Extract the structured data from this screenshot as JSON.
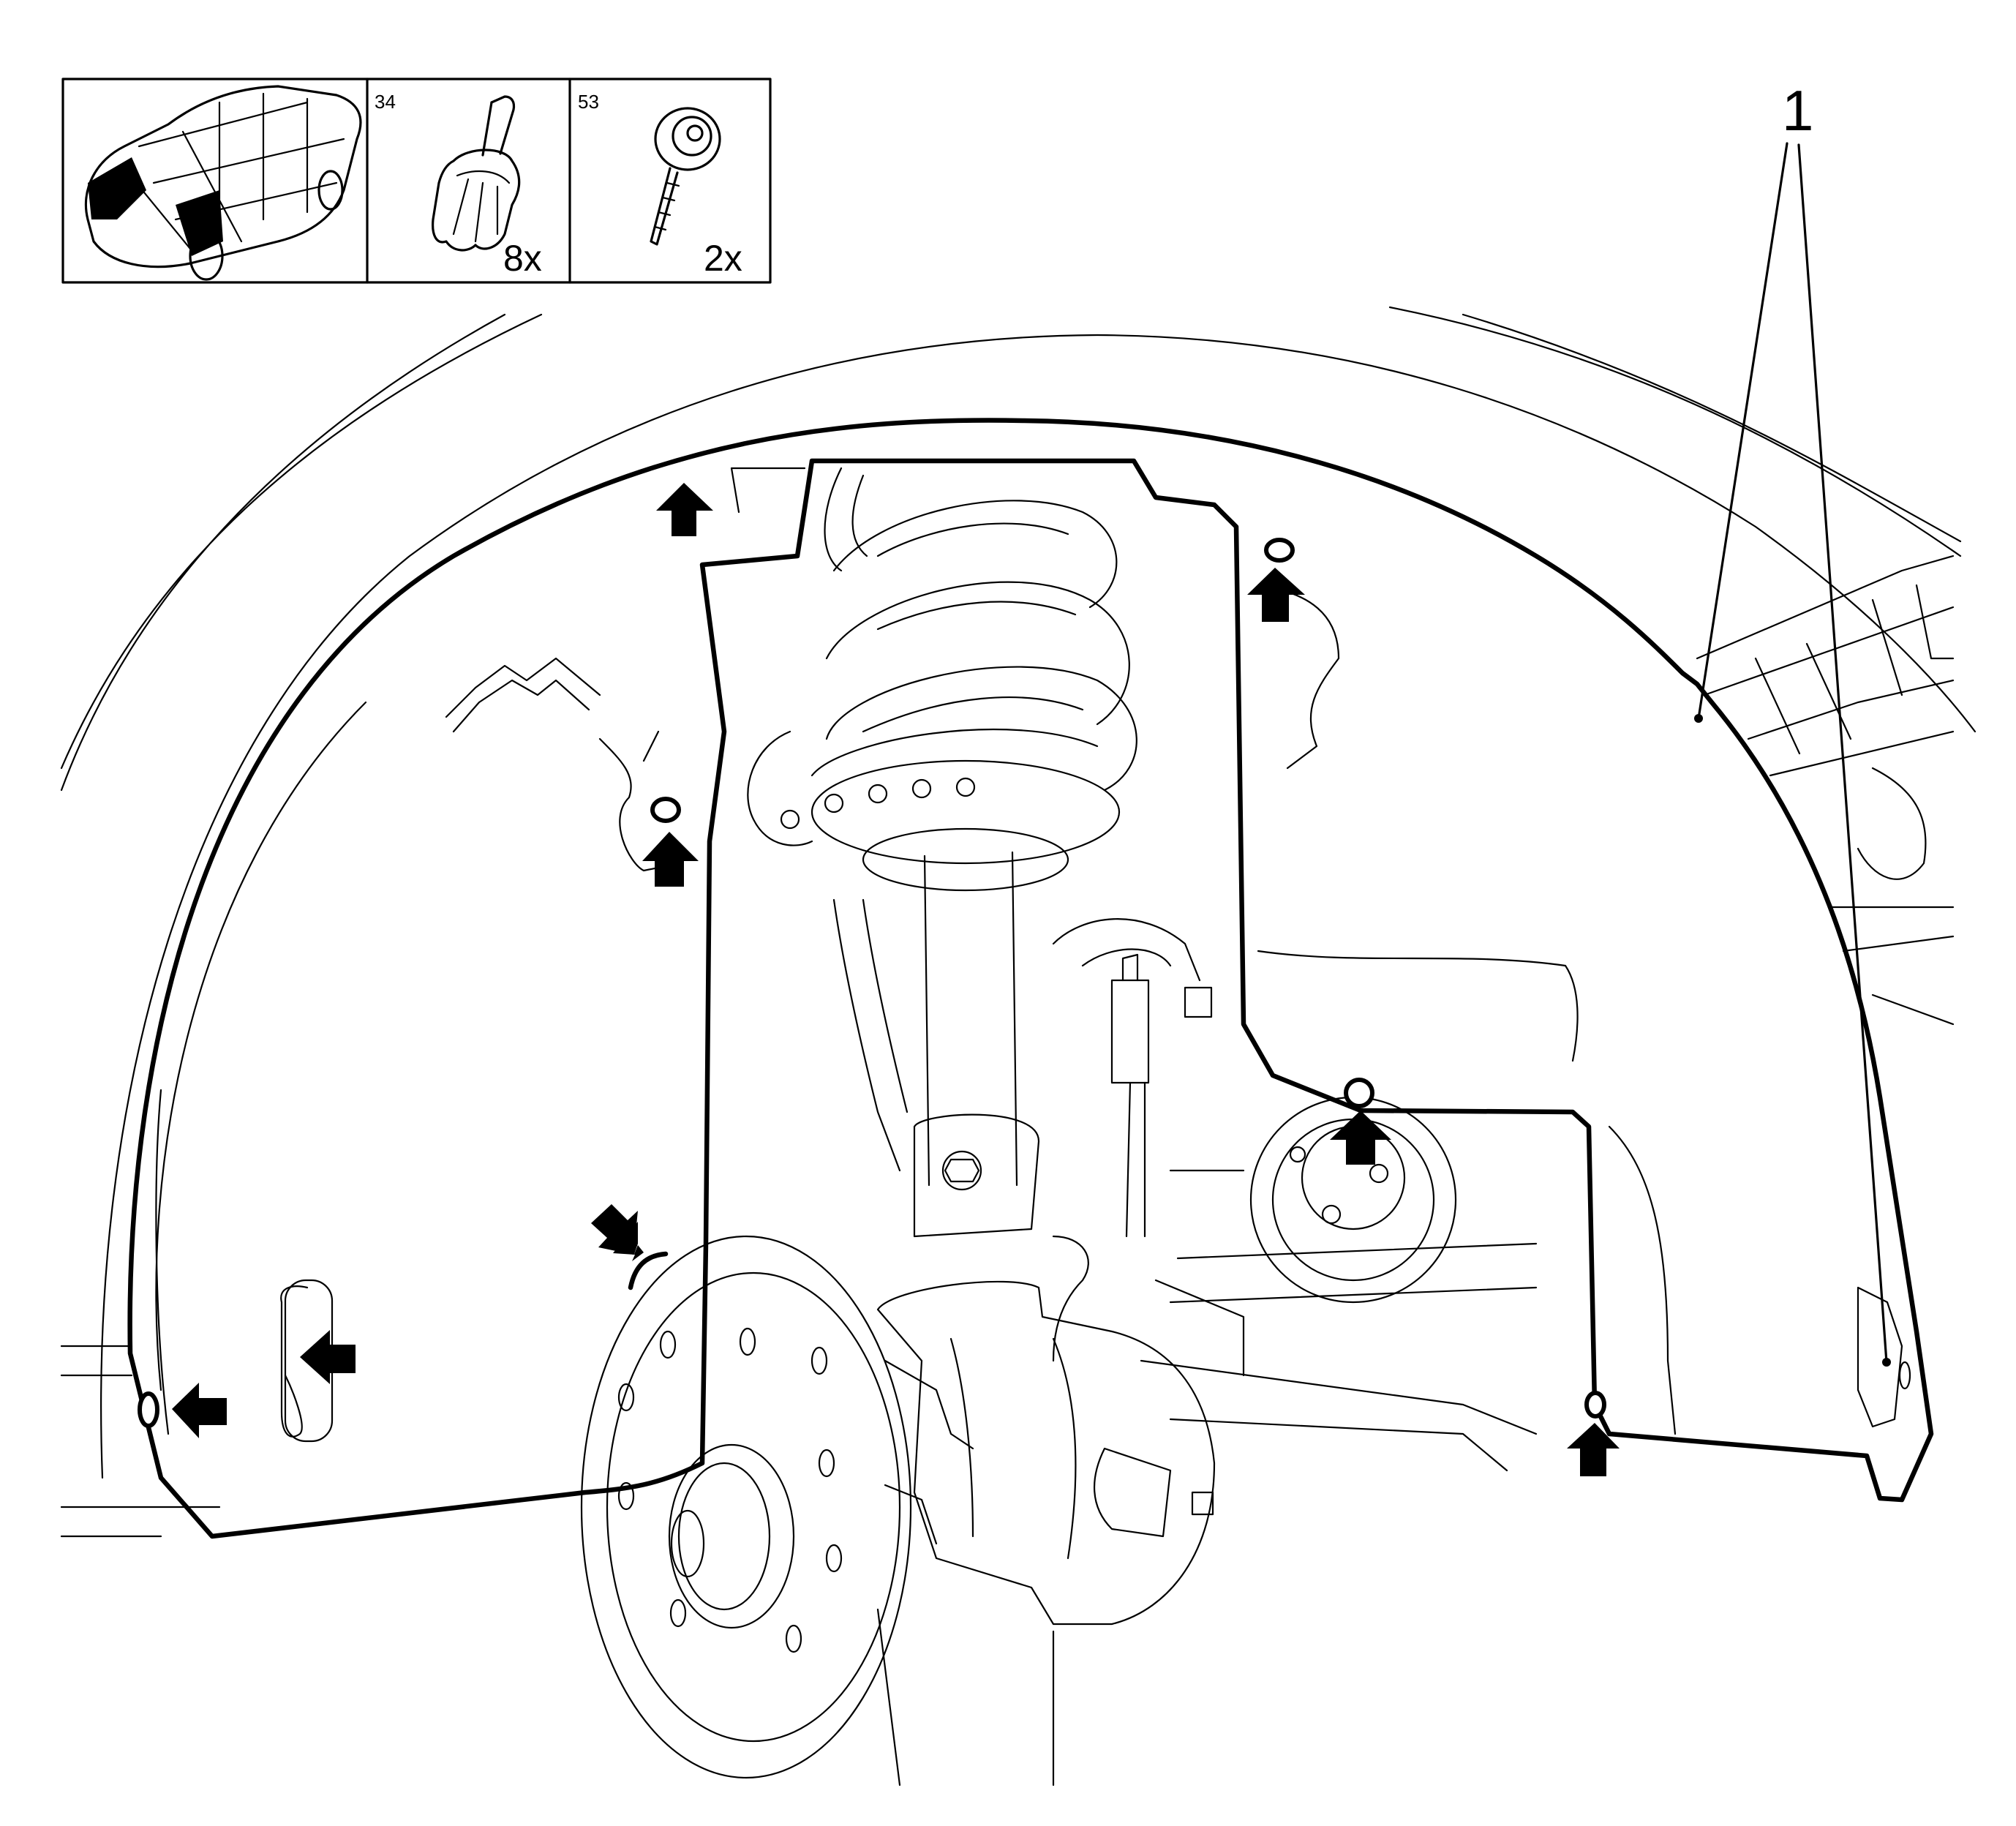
{
  "diagram": {
    "type": "service-manual exploded illustration",
    "subject": "front wheel arch liner removal",
    "colors": {
      "line": "#000000",
      "background": "#ffffff"
    }
  },
  "legend": {
    "cells": [
      {
        "id": "vehicle",
        "icon": "vehicle-location-icon",
        "number": "",
        "quantity": ""
      },
      {
        "id": "clip",
        "icon": "push-clip-icon",
        "number": "34",
        "quantity": "8x"
      },
      {
        "id": "screw",
        "icon": "washer-screw-icon",
        "number": "53",
        "quantity": "2x"
      }
    ]
  },
  "callouts": [
    {
      "label": "1",
      "target": "wheel-arch-liner",
      "leader_count": 2
    }
  ],
  "fastener_arrows": [
    {
      "id": "a1",
      "direction": "up",
      "location": "upper-left liner edge"
    },
    {
      "id": "a2",
      "direction": "up",
      "location": "upper-right of strut"
    },
    {
      "id": "a3",
      "direction": "up",
      "location": "left of strut, mid"
    },
    {
      "id": "a4",
      "direction": "up",
      "location": "center above hub"
    },
    {
      "id": "a5",
      "direction": "down-right",
      "location": "behind brake disc top-left"
    },
    {
      "id": "a6",
      "direction": "left",
      "location": "left slot"
    },
    {
      "id": "a7",
      "direction": "left",
      "location": "left lower hole"
    },
    {
      "id": "a8",
      "direction": "up",
      "location": "lower right hole"
    }
  ]
}
